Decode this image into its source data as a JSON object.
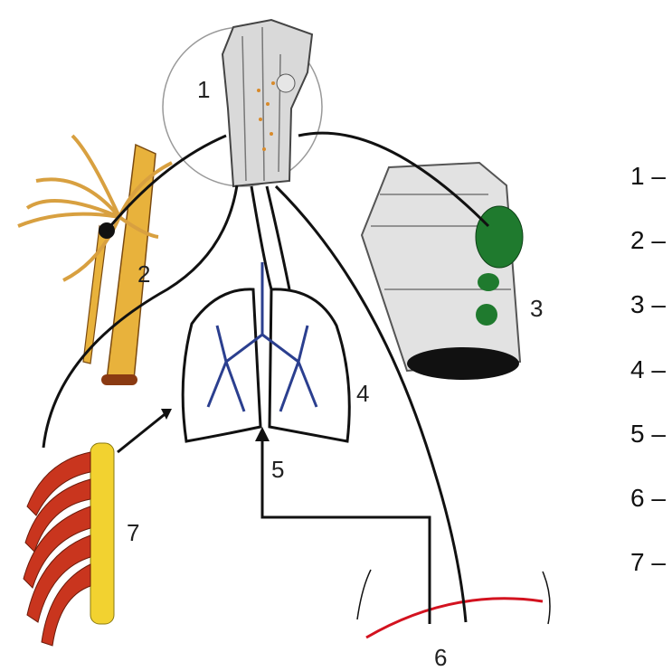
{
  "diagram": {
    "labels": {
      "l1": "1",
      "l2": "2",
      "l3": "3",
      "l4": "4",
      "l5": "5",
      "l6": "6",
      "l7": "7"
    },
    "key_items": [
      "1 –",
      "2 –",
      "3 –",
      "4 –",
      "5 –",
      "6 –",
      "7 –"
    ]
  },
  "colors": {
    "vessel": "#e8b23c",
    "thyroid": "#1f7a2e",
    "bronchi": "#2b3f8f",
    "ribs": "#c9351e",
    "spine": "#f2d230",
    "diaphragm": "#d3121f"
  }
}
